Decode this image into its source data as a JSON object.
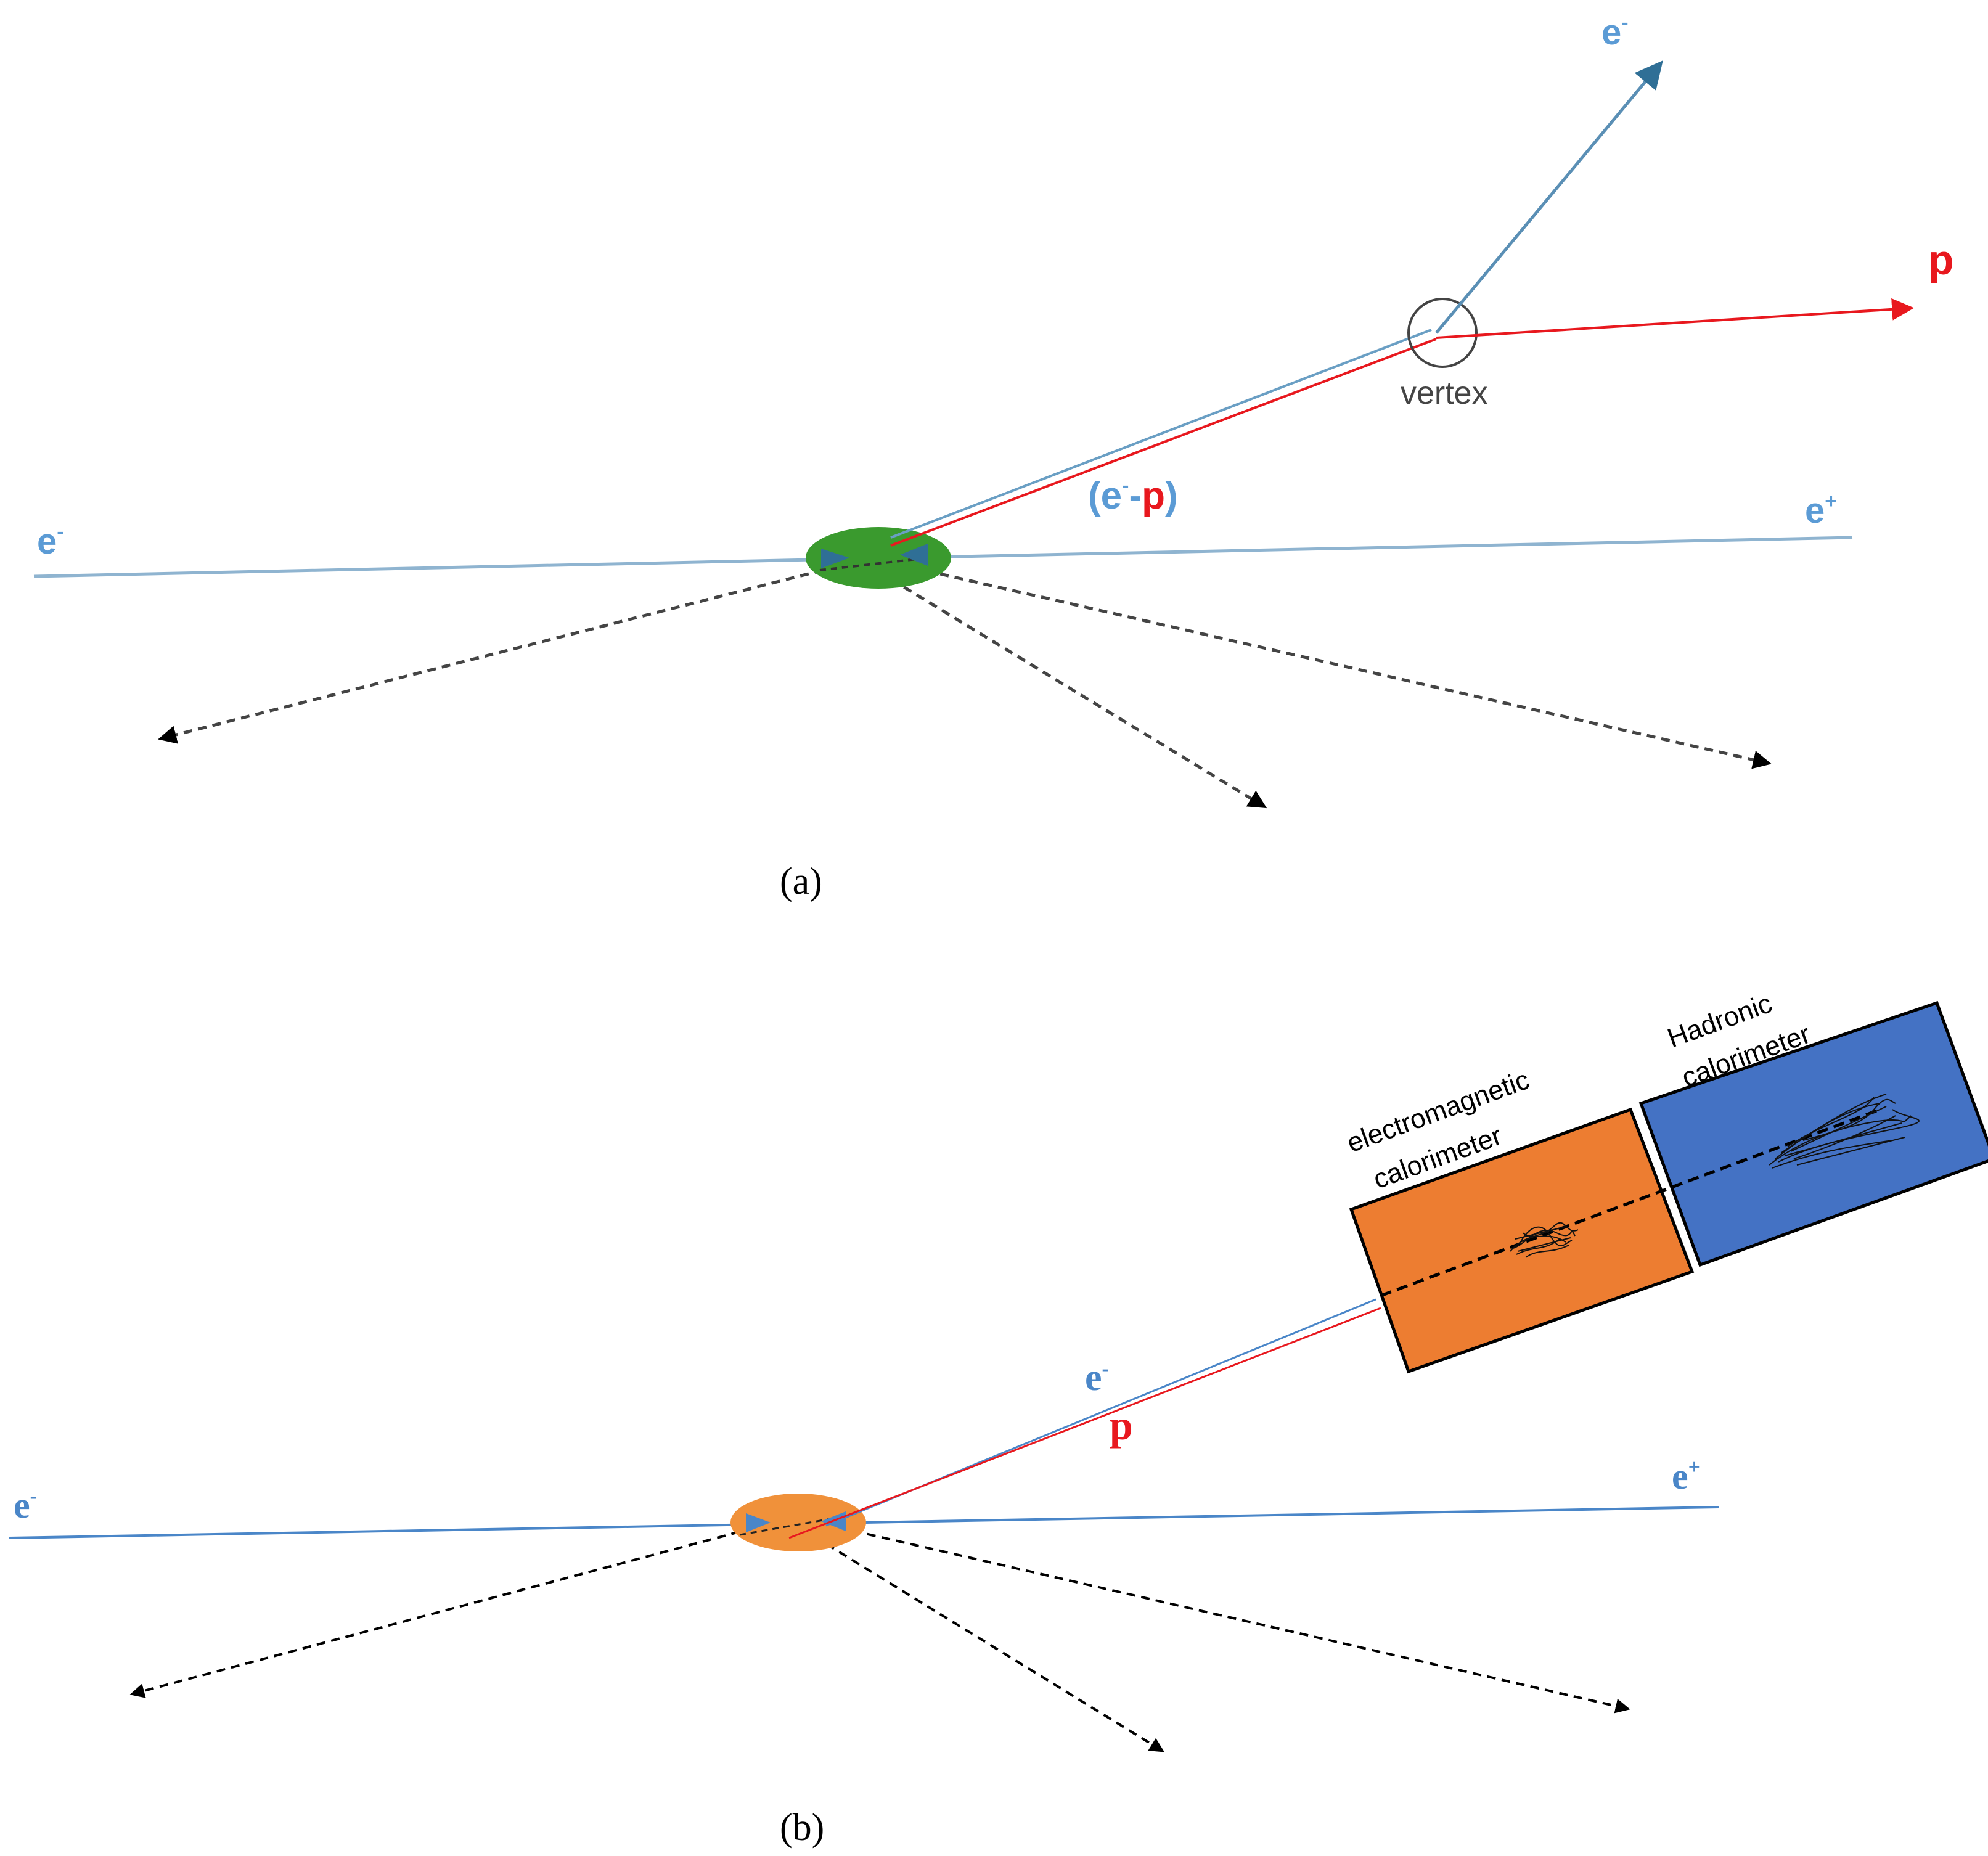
{
  "panel_a": {
    "label": "(a)",
    "incoming_electron": "e-",
    "incoming_positron": "e+",
    "outgoing_electron": "e-",
    "outgoing_proton": "p",
    "vertex_label": "vertex",
    "bound_state": {
      "open": "(e",
      "sup": "-",
      "dash": "-",
      "p": "p",
      "close": ")"
    }
  },
  "panel_b": {
    "label": "(b)",
    "incoming_electron": "e-",
    "incoming_positron": "e+",
    "electron_track": "e-",
    "proton_track": "p",
    "em_calorimeter": [
      "electromagnetic",
      "calorimeter"
    ],
    "hadronic_calorimeter": [
      "Hadronic",
      "calorimeter"
    ]
  },
  "colors": {
    "electron": "#5b9bd5",
    "proton": "#e8181e",
    "blob_a": "#3a9a2e",
    "blob_b": "#f0913a",
    "em_calorimeter": "#ed7d31",
    "hadronic_calorimeter": "#4472c4",
    "dashed_tracks": "#333333"
  }
}
